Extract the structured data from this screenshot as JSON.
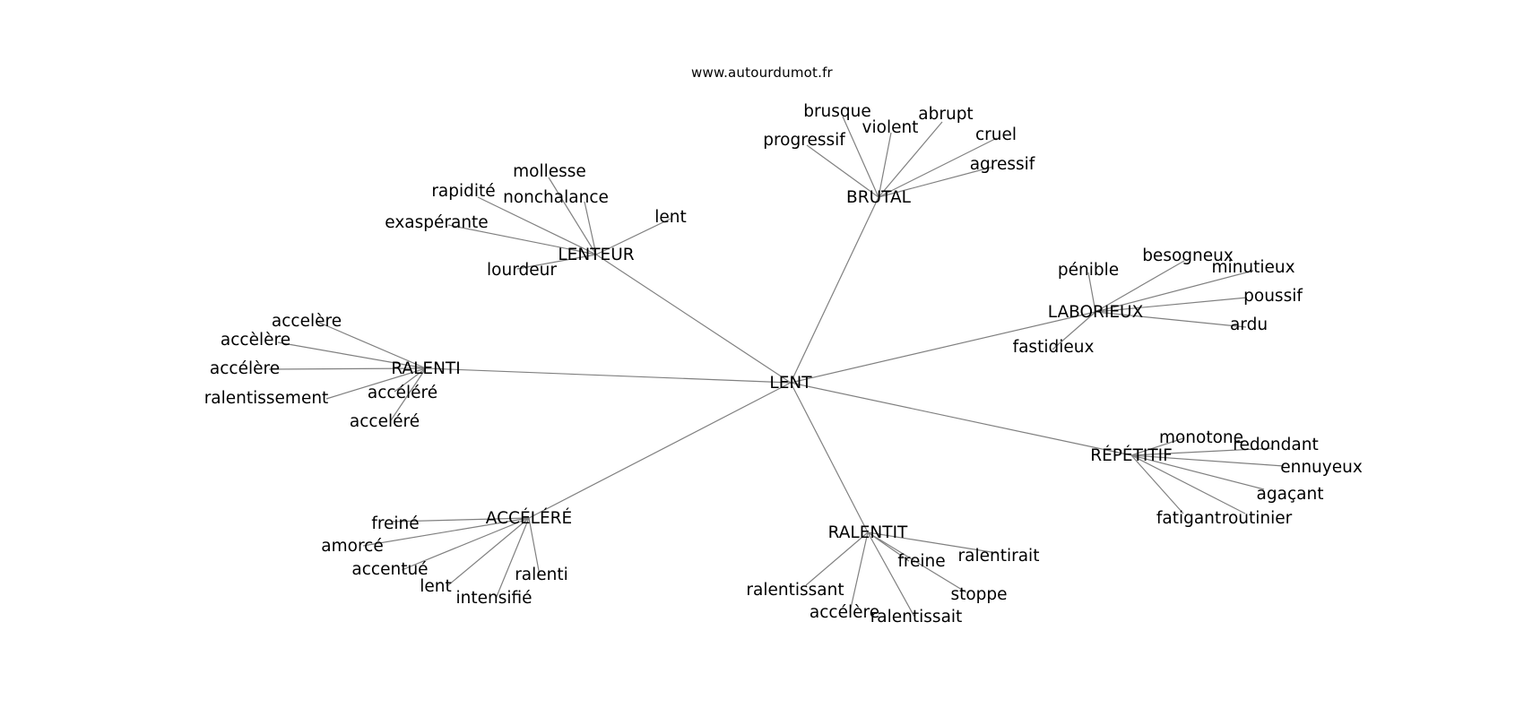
{
  "source": "www.autourdumot.fr",
  "graph": {
    "center": "LENT",
    "hubs": [
      {
        "id": "lenteur",
        "label": "LENTEUR",
        "leaves": [
          "mollesse",
          "rapidité",
          "nonchalance",
          "exaspérante",
          "lent",
          "lourdeur"
        ]
      },
      {
        "id": "brutal",
        "label": "BRUTAL",
        "leaves": [
          "brusque",
          "violent",
          "abrupt",
          "progressif",
          "cruel",
          "agressif"
        ]
      },
      {
        "id": "laborieux",
        "label": "LABORIEUX",
        "leaves": [
          "pénible",
          "besogneux",
          "minutieux",
          "poussif",
          "ardu",
          "fastidieux"
        ]
      },
      {
        "id": "ralenti",
        "label": "RALENTI",
        "leaves": [
          "accelère",
          "accèlère",
          "accélère",
          "ralentissement",
          "accéléré",
          "acceléré"
        ]
      },
      {
        "id": "repetitif",
        "label": "RÉPÉTITIF",
        "leaves": [
          "monotone",
          "redondant",
          "ennuyeux",
          "agaçant",
          "fatigant",
          "routinier"
        ]
      },
      {
        "id": "accelere",
        "label": "ACCÉLÉRÉ",
        "leaves": [
          "freiné",
          "amorcé",
          "accentué",
          "lent",
          "intensifié",
          "ralenti"
        ]
      },
      {
        "id": "ralentit",
        "label": "RALENTIT",
        "leaves": [
          "freine",
          "ralentirait",
          "ralentissant",
          "stoppe",
          "accélère",
          "ralentissait"
        ]
      }
    ]
  }
}
